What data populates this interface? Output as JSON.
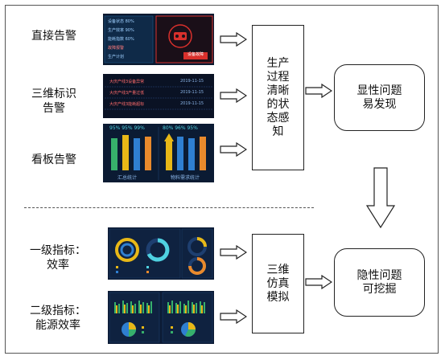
{
  "left_labels": [
    "直接告警",
    "三维标识\n告警",
    "看板告警",
    "一级指标：\n效率",
    "二级指标：\n能源效率"
  ],
  "top_box": "生产\n过程\n清晰\n的状\n态感\n知",
  "bottom_box": "三维\n仿真\n模拟",
  "top_result": "显性问题\n易发现",
  "bottom_result": "隐性问题\n可挖掘",
  "thumb1": {
    "rows": [
      "设备状态 80%",
      "生产效率 90%",
      "能耗指数 60%",
      "故障报警",
      "生产计划"
    ],
    "alarm_text": "设备故障"
  },
  "thumb2": {
    "rows": [
      "大庆产线3设备异常",
      "大庆产线3产量过低",
      "大庆产线3能耗超标"
    ],
    "dates": [
      "2019-11-15",
      "2019-11-15",
      "2019-11-15"
    ]
  },
  "thumb3": {
    "top_left": "95% 95% 99%",
    "top_right": "80% 96% 95%",
    "bottom_left": "汇总统计",
    "bottom_right": "物料需求统计"
  },
  "colors": {
    "thumb_bg": "#0c1d3a",
    "accent_red": "#d9302c",
    "bar_yellow": "#e8b817",
    "bar_blue": "#2f7fd1",
    "bar_orange": "#e98a2c",
    "bar_green": "#37b06b"
  }
}
